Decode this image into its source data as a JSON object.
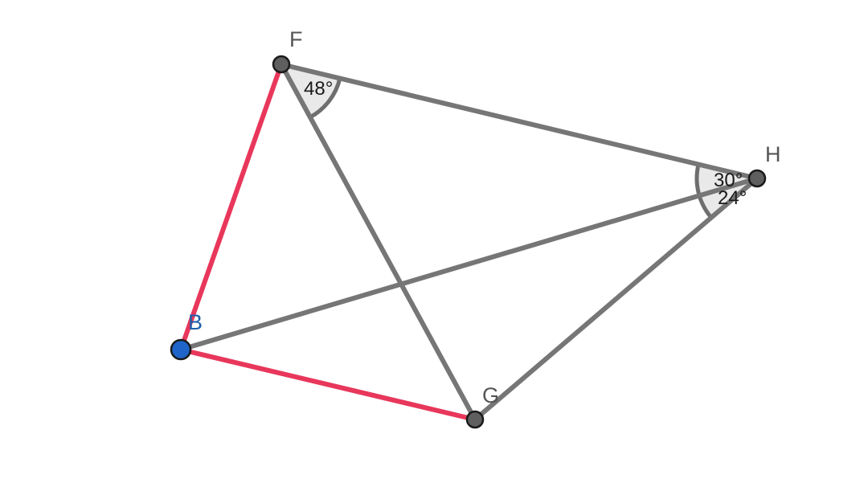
{
  "colors": {
    "gray_segment": "#767676",
    "red_segment": "#e8375b",
    "point_fill": "#5f5f5f",
    "point_outline": "#1a1a1a",
    "free_point": "#1f64c8",
    "free_label": "#1f5fa8",
    "label": "#555555",
    "angle_fill": "#e9e9e9",
    "angle_arc": "#6e6e6e"
  },
  "points": {
    "F": {
      "label": "F"
    },
    "H": {
      "label": "H"
    },
    "B": {
      "label": "B"
    },
    "G": {
      "label": "G"
    }
  },
  "segments": [
    {
      "from": "F",
      "to": "H",
      "color": "gray"
    },
    {
      "from": "F",
      "to": "G",
      "color": "gray"
    },
    {
      "from": "B",
      "to": "H",
      "color": "gray"
    },
    {
      "from": "G",
      "to": "H",
      "color": "gray"
    },
    {
      "from": "B",
      "to": "F",
      "color": "red"
    },
    {
      "from": "B",
      "to": "G",
      "color": "red"
    }
  ],
  "angles": {
    "F": {
      "text": "48°"
    },
    "H_upper": {
      "text": "30°"
    },
    "H_lower": {
      "text": "24°"
    }
  }
}
